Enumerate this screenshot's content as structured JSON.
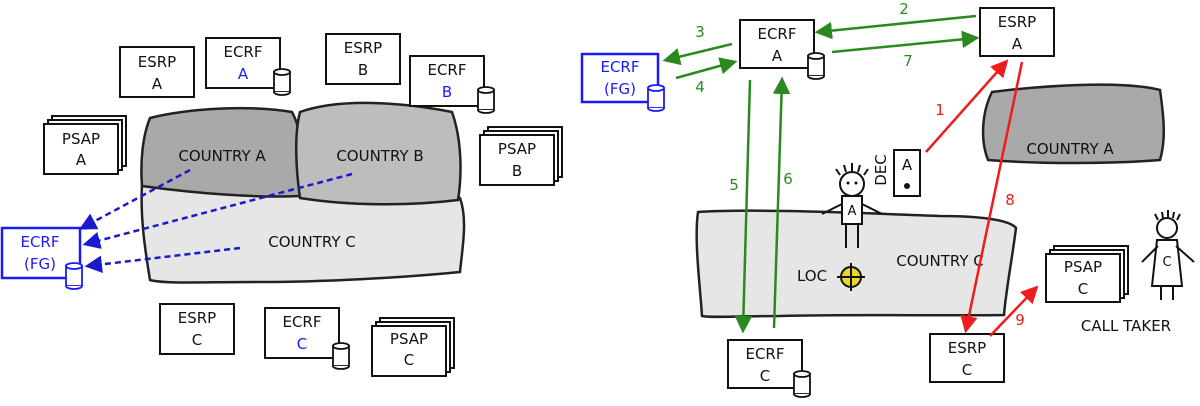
{
  "left": {
    "esrp_a": [
      "ESRP",
      "A"
    ],
    "ecrf_a": [
      "ECRF",
      "A"
    ],
    "esrp_b": [
      "ESRP",
      "B"
    ],
    "ecrf_b": [
      "ECRF",
      "B"
    ],
    "psap_a": [
      "PSAP",
      "A"
    ],
    "psap_b": [
      "PSAP",
      "B"
    ],
    "country_a": "COUNTRY A",
    "country_b": "COUNTRY B",
    "country_c": "COUNTRY C",
    "ecrf_fg": [
      "ECRF",
      "(FG)"
    ],
    "esrp_c": [
      "ESRP",
      "C"
    ],
    "ecrf_c": [
      "ECRF",
      "C"
    ],
    "psap_c": [
      "PSAP",
      "C"
    ]
  },
  "right": {
    "ecrf_fg": [
      "ECRF",
      "(FG)"
    ],
    "ecrf_a": [
      "ECRF",
      "A"
    ],
    "esrp_a": [
      "ESRP",
      "A"
    ],
    "country_a": "COUNTRY A",
    "dec_label": "DEC",
    "dec_letter": "A",
    "person_a": "A",
    "country_c": "COUNTRY C",
    "loc": "LOC",
    "ecrf_c": [
      "ECRF",
      "C"
    ],
    "esrp_c": [
      "ESRP",
      "C"
    ],
    "psap_c": [
      "PSAP",
      "C"
    ],
    "person_c": "C",
    "call_taker": "CALL TAKER",
    "steps": {
      "s1": "1",
      "s2": "2",
      "s3": "3",
      "s4": "4",
      "s5": "5",
      "s6": "6",
      "s7": "7",
      "s8": "8",
      "s9": "9"
    }
  },
  "colors": {
    "green": "#2a8a1f",
    "red": "#ee1c1c",
    "blue": "#1a1aff",
    "land_dark": "#a9a9a9",
    "land_light": "#e6e6e6"
  }
}
